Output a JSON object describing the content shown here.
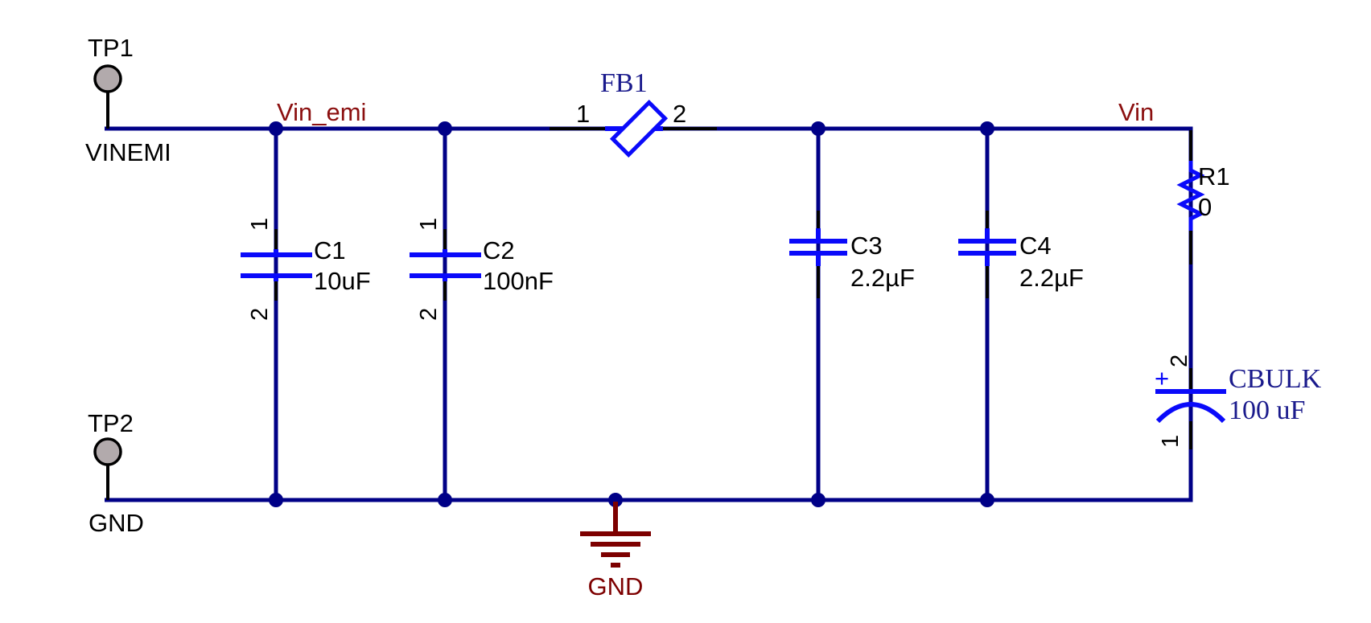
{
  "colors": {
    "wire": "#000087",
    "component_blue": "#0A0AFA",
    "net_label_red": "#8B0F0F",
    "ground_red": "#7D0000",
    "text_black": "#000000",
    "serif_blue": "#1A1A8C",
    "testpoint_gray": "#B2AAAC",
    "background": "#FFFFFF"
  },
  "testpoints": {
    "tp1": {
      "ref": "TP1",
      "net": "VINEMI"
    },
    "tp2": {
      "ref": "TP2",
      "net": "GND"
    }
  },
  "net_labels": {
    "vin_emi": "Vin_emi",
    "vin": "Vin",
    "gnd": "GND"
  },
  "components": {
    "c1": {
      "ref": "C1",
      "value": "10uF",
      "pins": {
        "p1": "1",
        "p2": "2"
      }
    },
    "c2": {
      "ref": "C2",
      "value": "100nF",
      "pins": {
        "p1": "1",
        "p2": "2"
      }
    },
    "c3": {
      "ref": "C3",
      "value": "2.2µF"
    },
    "c4": {
      "ref": "C4",
      "value": "2.2µF"
    },
    "fb1": {
      "ref": "FB1",
      "pins": {
        "p1": "1",
        "p2": "2"
      }
    },
    "r1": {
      "ref": "R1",
      "value": "0"
    },
    "cbulk": {
      "ref": "CBULK",
      "value": "100 uF",
      "polarity": "+",
      "pins": {
        "p1": "1",
        "p2": "2"
      }
    }
  }
}
